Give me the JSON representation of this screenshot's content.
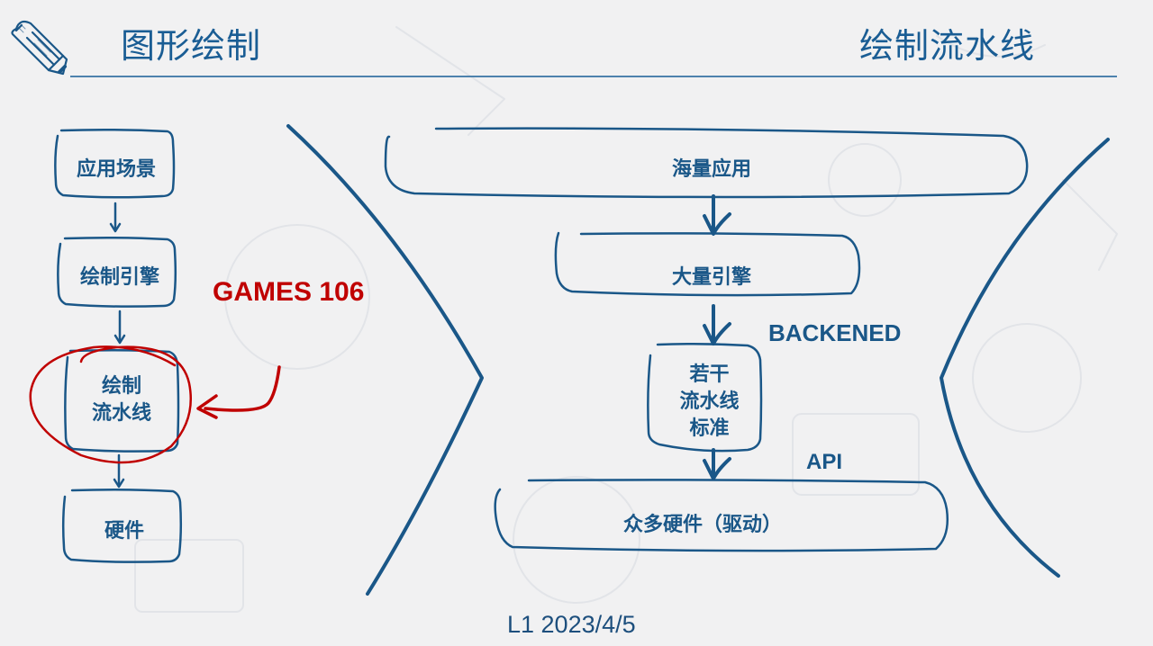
{
  "header": {
    "left_title": "图形绘制",
    "right_title": "绘制流水线",
    "icon": "pencil-icon"
  },
  "left_flow": {
    "nodes": [
      {
        "label": "应用场景"
      },
      {
        "label": "绘制引擎"
      },
      {
        "label_lines": [
          "绘制",
          "流水线"
        ],
        "highlighted": true
      },
      {
        "label": "硬件"
      }
    ],
    "annotation": "GAMES 106",
    "annotation_color": "#c00000"
  },
  "right_flow": {
    "nodes": [
      {
        "label": "海量应用"
      },
      {
        "label": "大量引擎"
      },
      {
        "label_lines": [
          "若干",
          "流水线",
          "标准"
        ]
      },
      {
        "label": "众多硬件（驱动）"
      }
    ],
    "labels": {
      "backend": "BACKENED",
      "api": "API"
    }
  },
  "colors": {
    "primary": "#1a5788",
    "accent": "#c00000",
    "background": "#f1f1f2"
  },
  "footer": {
    "text": "L1 2023/4/5"
  }
}
